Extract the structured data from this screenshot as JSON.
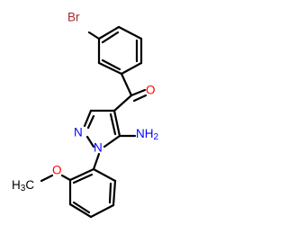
{
  "molecule": {
    "atoms": {
      "bromine": "Br",
      "carbonyl_oxygen": "O",
      "pyrazole_nitrogen": "N",
      "amino_group_main": "NH",
      "amino_group_subscript": "2",
      "n1_nitrogen": "N",
      "methyl_main": "H",
      "methyl_subscript": "3",
      "methyl_carbon": "C",
      "methoxy_oxygen": "O"
    },
    "colors": {
      "bond": "#000000",
      "bromine": "#A52A2A",
      "oxygen": "#FF0000",
      "nitrogen": "#0000FF",
      "carbon": "#000000"
    }
  }
}
